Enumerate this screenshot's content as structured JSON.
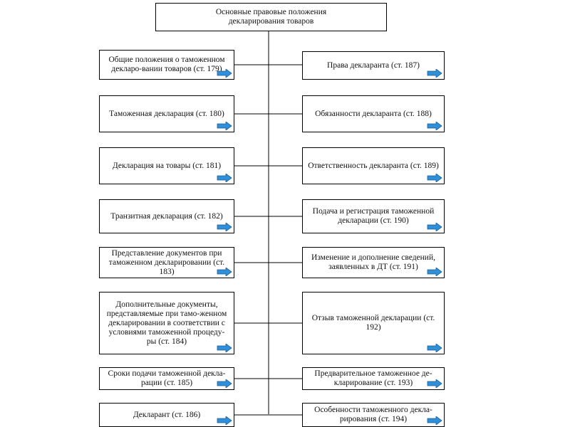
{
  "root": {
    "text": "Основные правовые положения\nдекларирования товаров"
  },
  "left": [
    {
      "id": "l1",
      "text": "Общие положения о таможенном декларо-вании товаров (ст. 179)"
    },
    {
      "id": "l2",
      "text": "Таможенная декларация (ст. 180)"
    },
    {
      "id": "l3",
      "text": "Декларация на товары (ст. 181)"
    },
    {
      "id": "l4",
      "text": "Транзитная декларация (ст. 182)"
    },
    {
      "id": "l5",
      "text": "Представление документов при таможенном декларировании (ст. 183)"
    },
    {
      "id": "l6",
      "text": "Дополнительные документы, представляемые при тамо-женном декларировании в соответствии с условиями таможенной процеду-ры (ст. 184)"
    },
    {
      "id": "l7",
      "text": "Сроки подачи таможенной декла-рации (ст. 185)"
    },
    {
      "id": "l8",
      "text": "Декларант (ст. 186)"
    }
  ],
  "right": [
    {
      "id": "r1",
      "text": "Права декларанта (ст. 187)"
    },
    {
      "id": "r2",
      "text": "Обязанности декларанта (ст. 188)"
    },
    {
      "id": "r3",
      "text": "Ответственность декларанта (ст. 189)"
    },
    {
      "id": "r4",
      "text": "Подача и регистрация таможенной декларации (ст. 190)"
    },
    {
      "id": "r5",
      "text": "Изменение и дополнение сведений, заявленных в ДТ (ст. 191)"
    },
    {
      "id": "r6",
      "text": "Отзыв таможенной декларации (ст. 192)"
    },
    {
      "id": "r7",
      "text": "Предварительное таможенное де-кларирование (ст. 193)"
    },
    {
      "id": "r8",
      "text": "Особенности таможенного декла-рирования (ст. 194)"
    }
  ],
  "colors": {
    "arrow_fill": "#2f8fd8",
    "arrow_stroke": "#1b5f99",
    "line": "#000000"
  },
  "icons": {
    "box_arrow": "right-arrow-icon"
  }
}
